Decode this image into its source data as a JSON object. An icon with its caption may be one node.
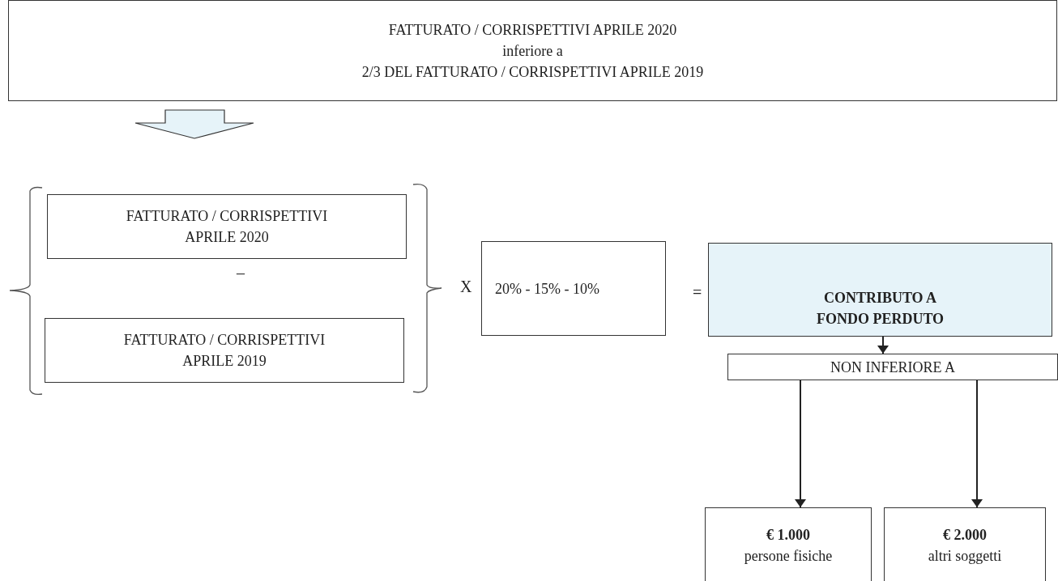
{
  "diagram": {
    "nodes": [
      {
        "text": [
          "FATTURATO / CORRISPETTIVI APRILE 2020",
          "inferiore a",
          "2/3 DEL FATTURATO / CORRISPETTIVI APRILE 2019"
        ]
      },
      {
        "text": [
          "FATTURATO / CORRISPETTIVI APRILE 2020"
        ]
      },
      {
        "text": [
          "FATTURATO / CORRISPETTIVI APRILE 2019"
        ]
      },
      {
        "text": [
          "20% - 15% - 10%"
        ]
      },
      {
        "text": [
          "CONTRIBUTO A FONDO PERDUTO"
        ]
      },
      {
        "text": [
          "NON INFERIORE A"
        ]
      },
      {
        "text": [
          "€ 1.000",
          "persone fisiche"
        ]
      },
      {
        "text": [
          "€ 2.000",
          "altri soggetti"
        ]
      }
    ],
    "edges": [
      {
        "from": 0,
        "to": null,
        "arrow": "to",
        "style": "thick"
      },
      {
        "from": 4,
        "to": 5,
        "arrow": "to"
      },
      {
        "from": 5,
        "to": 6,
        "arrow": "to"
      },
      {
        "from": 5,
        "to": 7,
        "arrow": "to"
      }
    ],
    "labels": [
      "–",
      "X",
      "="
    ]
  }
}
